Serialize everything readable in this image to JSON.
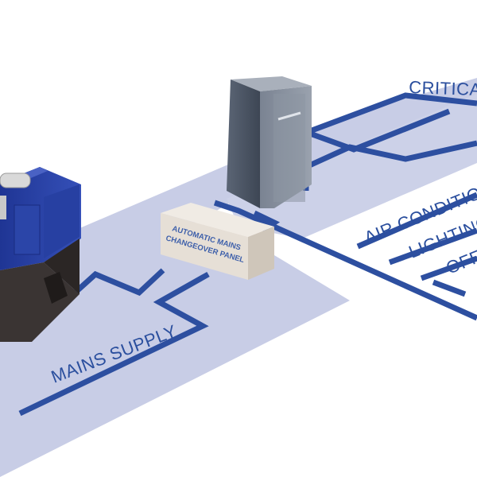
{
  "labels": {
    "critical": "CRITICAL L",
    "air": "AIR CONDITIONI",
    "lighting": "LIGHTING",
    "office": "OFF",
    "mains": "MAINS SUPPLY"
  },
  "panel": {
    "line1": "AUTOMATIC MAINS",
    "line2": "CHANGEOVER PANEL"
  },
  "colors": {
    "line": "#2d4fa0",
    "floor": "#c8cde6",
    "generator": "#2a3fa0",
    "cabinet": "#4a5566",
    "panel": "#e6dfd6"
  }
}
